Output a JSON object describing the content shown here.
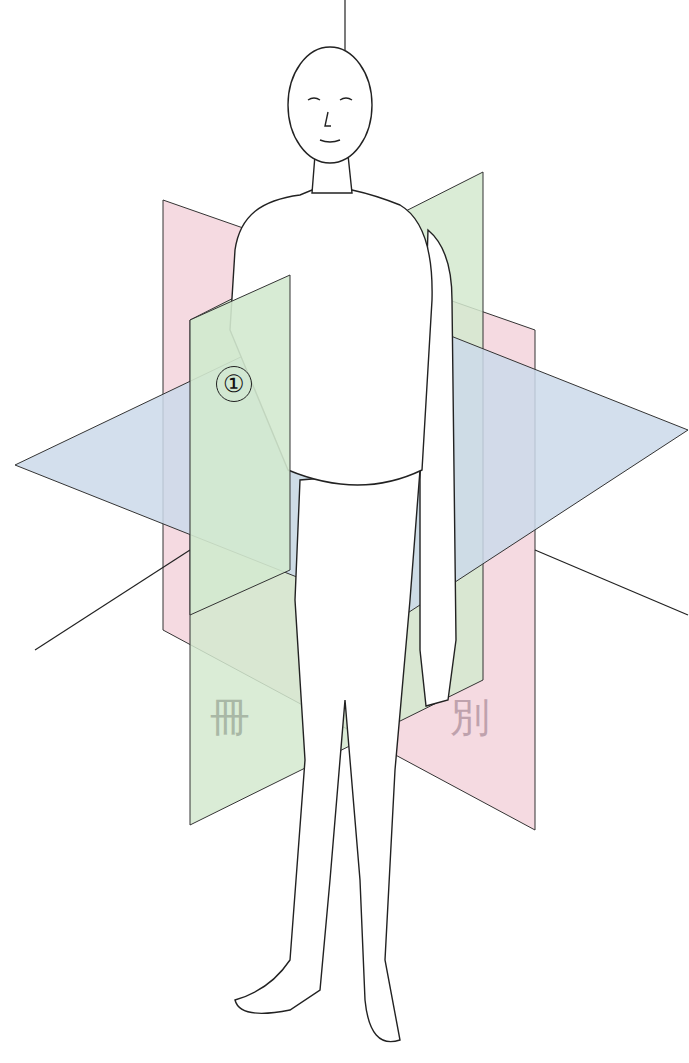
{
  "diagram": {
    "labels": [
      "①",
      "冊",
      "別"
    ]
  }
}
